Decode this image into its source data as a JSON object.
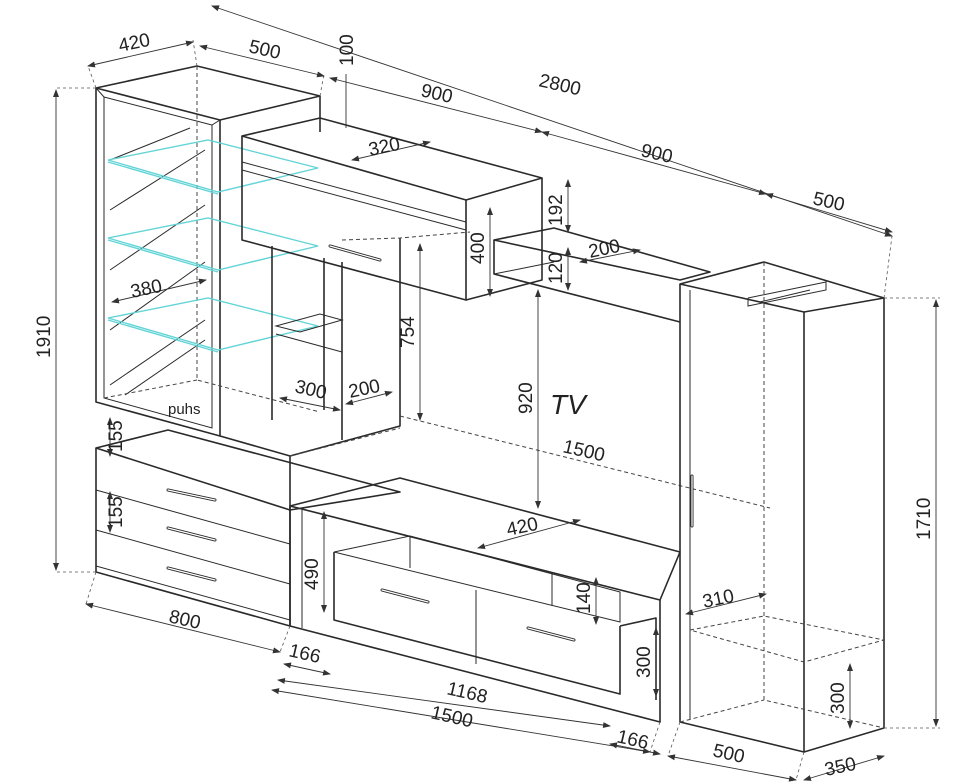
{
  "figure": {
    "dimensions": {
      "d420": "420",
      "d500_top": "500",
      "d100": "100",
      "d2800": "2800",
      "d900_a": "900",
      "d320": "320",
      "d900_b": "900",
      "d500_right": "500",
      "d192": "192",
      "d400": "400",
      "d200_top": "200",
      "d120": "120",
      "d380": "380",
      "d1910": "1910",
      "d754": "754",
      "d300_shelf": "300",
      "d200_shelf": "200",
      "d920": "920",
      "d155_a": "155",
      "d155_b": "155",
      "d1500_tv": "1500",
      "d420_low": "420",
      "d490": "490",
      "d140": "140",
      "d310": "310",
      "d1710": "1710",
      "d800": "800",
      "d166_a": "166",
      "d1168": "1168",
      "d1500_base": "1500",
      "d166_b": "166",
      "d300_low": "300",
      "d300_ward": "300",
      "d500_bottom": "500",
      "d350": "350"
    },
    "labels": {
      "tv": "TV",
      "push": "puhs"
    }
  }
}
